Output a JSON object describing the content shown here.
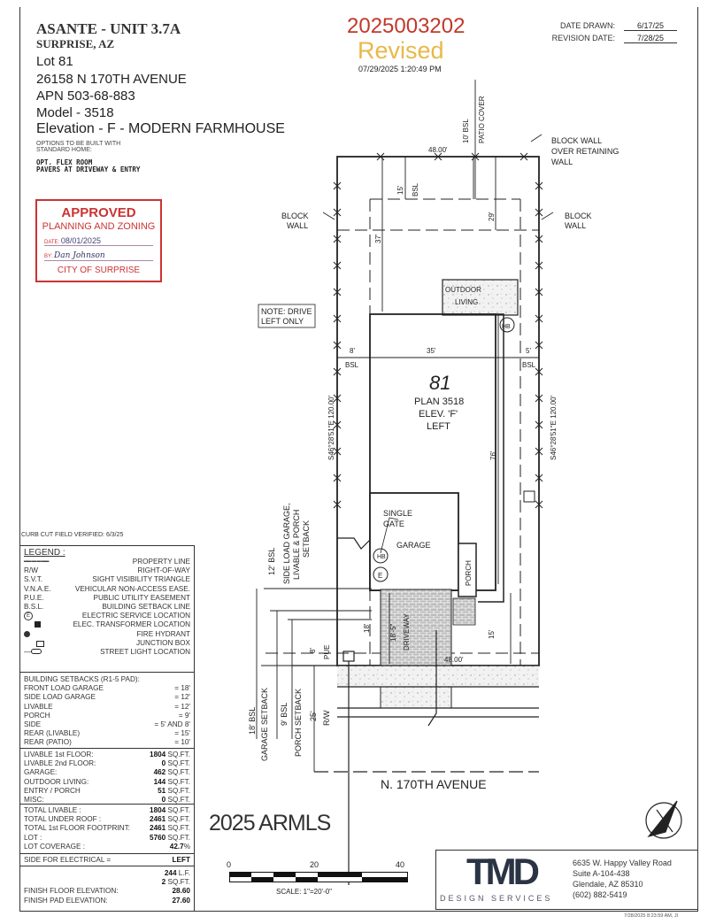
{
  "header": {
    "project": "ASANTE - UNIT 3.7A",
    "city": "SURPRISE, AZ",
    "lot": "Lot 81",
    "address": "26158 N 170TH AVENUE",
    "apn": "APN 503-68-883",
    "model": "Model - 3518",
    "elevation": "Elevation - F - MODERN FARMHOUSE",
    "options_label_1": "OPTIONS TO BE BUILT WITH",
    "options_label_2": "STANDARD HOME:",
    "options": [
      "OPT. FLEX ROOM",
      "PAVERS AT DRIVEWAY & ENTRY"
    ]
  },
  "stamp": {
    "title": "APPROVED",
    "subtitle": "PLANNING AND ZONING",
    "date_label": "DATE",
    "date": "08/01/2025",
    "by_label": "BY",
    "by": "Dan Johnson",
    "org": "CITY OF SURPRISE",
    "color": "#cc3333"
  },
  "permit": {
    "number": "2025003202",
    "status": "Revised",
    "timestamp": "07/29/2025  1:20:49 PM",
    "number_color": "#c0392b",
    "status_color": "#e8b84a"
  },
  "dates": {
    "drawn_label": "DATE DRAWN:",
    "drawn": "6/17/25",
    "revision_label": "REVISION DATE:",
    "revision": "7/28/25"
  },
  "plan": {
    "lot_number": "81",
    "plan_name": "PLAN 3518",
    "elev": "ELEV. 'F'",
    "hand": "LEFT",
    "garage": "GARAGE",
    "porch": "PORCH",
    "driveway": "DRIVEWAY",
    "outdoor_living_1": "OUTDOOR",
    "outdoor_living_2": "LIVING",
    "hb": "HB",
    "e": "E",
    "single_gate_1": "SINGLE",
    "single_gate_2": "GATE",
    "note_1": "NOTE: DRIVE",
    "note_2": "LEFT ONLY",
    "block_wall_left_1": "BLOCK",
    "block_wall_left_2": "WALL",
    "block_wall_right_1": "BLOCK",
    "block_wall_right_2": "WALL",
    "retaining_1": "BLOCK WALL",
    "retaining_2": "OVER RETAINING",
    "retaining_3": "WALL",
    "rear_bsl": "10' BSL",
    "patio_cover": "PATIO COVER",
    "top_width": "48.00'",
    "bottom_width": "48.00'",
    "dim_15_top": "15'",
    "bsl_top": "BSL",
    "dim_37": "37'",
    "dim_29": "29'",
    "dim_8": "8'",
    "dim_35": "35'",
    "dim_5": "5'",
    "bsl_left": "BSL",
    "bsl_right": "BSL",
    "dim_76": "76'",
    "bearing_left": "S46°28'51\"E 120.00'",
    "bearing_right": "S46°28'51\"E 120.00'",
    "side_setback_1": "12' BSL",
    "side_setback_2": "SIDE LOAD GARAGE,",
    "side_setback_3": "LIVABLE & PORCH",
    "side_setback_4": "SETBACK",
    "dim_18": "18'",
    "dim_18_5": "18'-5\"",
    "dim_15_bottom": "15'",
    "pue_dim": "8'",
    "pue": "PUE",
    "garage_setback_1": "18' BSL",
    "garage_setback_2": "GARAGE SETBACK",
    "porch_setback_1": "9' BSL",
    "porch_setback_2": "PORCH SETBACK",
    "rw_dim": "25'",
    "rw": "R/W",
    "street": "N. 170TH AVENUE"
  },
  "curb_cut": "CURB CUT FIELD VERIFIED: 6/3/25",
  "legend": {
    "title": "LEGEND :",
    "items": [
      {
        "symbol": "",
        "label": "PROPERTY LINE",
        "icon": "property-line-icon"
      },
      {
        "symbol": "R/W",
        "label": "RIGHT-OF-WAY"
      },
      {
        "symbol": "S.V.T.",
        "label": "SIGHT VISIBILITY TRIANGLE"
      },
      {
        "symbol": "V.N.A.E.",
        "label": "VEHICULAR NON-ACCESS EASE."
      },
      {
        "symbol": "P.U.E.",
        "label": "PUBLIC UTILITY EASEMENT"
      },
      {
        "symbol": "B.S.L.",
        "label": "BUILDING SETBACK LINE"
      },
      {
        "symbol": "E",
        "label": "ELECTRIC SERVICE LOCATION",
        "icon": "electric-service-icon"
      },
      {
        "symbol": "",
        "label": "ELEC. TRANSFORMER LOCATION",
        "icon": "transformer-icon"
      },
      {
        "symbol": "",
        "label": "FIRE HYDRANT",
        "icon": "fire-hydrant-icon"
      },
      {
        "symbol": "",
        "label": "JUNCTION BOX",
        "icon": "junction-box-icon"
      },
      {
        "symbol": "",
        "label": "STREET LIGHT LOCATION",
        "icon": "street-light-icon"
      }
    ]
  },
  "setbacks": {
    "title": "BUILDING SETBACKS (R1-5 PAD):",
    "rows": [
      {
        "label": "FRONT LOAD GARAGE",
        "value": "= 18'"
      },
      {
        "label": "SIDE LOAD GARAGE",
        "value": "= 12'"
      },
      {
        "label": "LIVABLE",
        "value": "= 12'"
      },
      {
        "label": "PORCH",
        "value": "= 9'"
      },
      {
        "label": "SIDE",
        "value": "= 5' AND 8'"
      },
      {
        "label": "REAR (LIVABLE)",
        "value": "= 15'"
      },
      {
        "label": "REAR (PATIO)",
        "value": "= 10'"
      }
    ]
  },
  "areas": {
    "rows": [
      {
        "label": "LIVABLE 1st FLOOR:",
        "value": "1804",
        "unit": "SQ.FT."
      },
      {
        "label": "LIVABLE 2nd FLOOR:",
        "value": "0",
        "unit": "SQ.FT."
      },
      {
        "label": "GARAGE:",
        "value": "462",
        "unit": "SQ.FT."
      },
      {
        "label": "OUTDOOR LIVING:",
        "value": "144",
        "unit": "SQ.FT."
      },
      {
        "label": "ENTRY / PORCH",
        "value": "51",
        "unit": "SQ.FT."
      },
      {
        "label": "MISC:",
        "value": "0",
        "unit": "SQ.FT."
      }
    ]
  },
  "totals": {
    "rows": [
      {
        "label": "TOTAL LIVABLE :",
        "value": "1804",
        "unit": "SQ.FT."
      },
      {
        "label": "TOTAL UNDER ROOF :",
        "value": "2461",
        "unit": "SQ.FT."
      },
      {
        "label": "TOTAL 1st FLOOR FOOTPRINT:",
        "value": "2461",
        "unit": "SQ.FT."
      },
      {
        "label": "LOT :",
        "value": "5760",
        "unit": "SQ.FT."
      },
      {
        "label": "LOT COVERAGE :",
        "value": "42.7",
        "unit": "%"
      }
    ]
  },
  "electrical": {
    "label": "SIDE FOR ELECTRICAL =",
    "value": "LEFT"
  },
  "elevations": {
    "rows": [
      {
        "label": "",
        "value": "244",
        "unit": "L.F."
      },
      {
        "label": "",
        "value": "2",
        "unit": "SQ.FT."
      },
      {
        "label": "FINISH FLOOR ELEVATION:",
        "value": "28.60",
        "unit": ""
      },
      {
        "label": "FINISH PAD ELEVATION:",
        "value": "27.60",
        "unit": ""
      }
    ]
  },
  "watermark": "2025 ARMLS",
  "scale": {
    "ticks": [
      "0",
      "20",
      "40"
    ],
    "label": "SCALE:  1\"=20'-0\""
  },
  "company": {
    "logo": "TMD",
    "tagline": "DESIGN SERVICES",
    "address_1": "6635 W. Happy Valley Road",
    "address_2": "Suite A-104-438",
    "address_3": "Glendale, AZ 85310",
    "phone": "(602) 882-5419",
    "logo_color": "#2b3444"
  },
  "print_stamp": "7/28/2025 8:23:59 AM, Jl"
}
